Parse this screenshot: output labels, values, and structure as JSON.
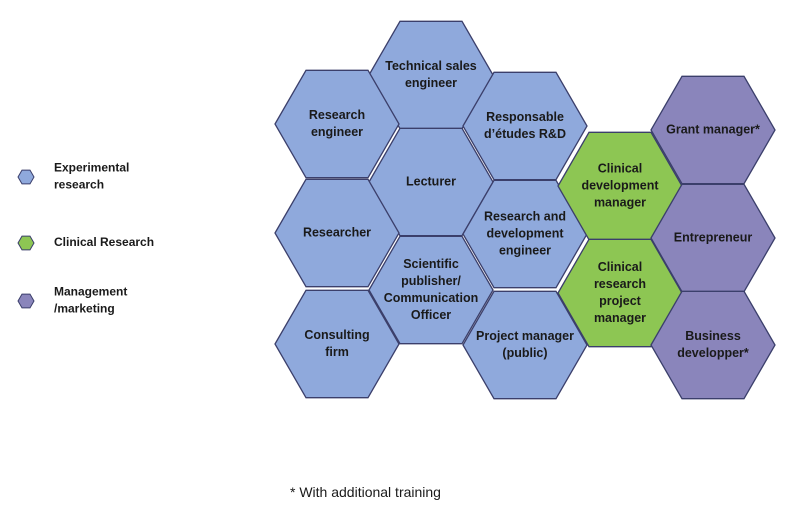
{
  "colors": {
    "experimental": "#8fa9dc",
    "clinical": "#8dc653",
    "management": "#8a85bb",
    "stroke": "#3b3f6b"
  },
  "legend": [
    {
      "lines": [
        "Experimental",
        "research"
      ],
      "category": "experimental"
    },
    {
      "lines": [
        "Clinical Research"
      ],
      "category": "clinical"
    },
    {
      "lines": [
        "Management",
        "/marketing"
      ],
      "category": "management"
    }
  ],
  "hexagons": [
    {
      "id": "technical-sales-engineer",
      "lines": [
        "Technical sales",
        "engineer"
      ],
      "category": "experimental"
    },
    {
      "id": "research-engineer",
      "lines": [
        "Research",
        "engineer"
      ],
      "category": "experimental"
    },
    {
      "id": "responsable-etudes",
      "lines": [
        "Responsable",
        "d’études R&D"
      ],
      "category": "experimental"
    },
    {
      "id": "lecturer",
      "lines": [
        "Lecturer"
      ],
      "category": "experimental"
    },
    {
      "id": "researcher",
      "lines": [
        "Researcher"
      ],
      "category": "experimental"
    },
    {
      "id": "research-development-engineer",
      "lines": [
        "Research and",
        "development",
        "engineer"
      ],
      "category": "experimental"
    },
    {
      "id": "scientific-publisher",
      "lines": [
        "Scientific",
        "publisher/",
        "Communication",
        "Officer"
      ],
      "category": "experimental"
    },
    {
      "id": "consulting-firm",
      "lines": [
        "Consulting",
        "firm"
      ],
      "category": "experimental"
    },
    {
      "id": "project-manager-public",
      "lines": [
        "Project manager",
        "(public)"
      ],
      "category": "experimental"
    },
    {
      "id": "clinical-development-manager",
      "lines": [
        "Clinical",
        "development",
        "manager"
      ],
      "category": "clinical"
    },
    {
      "id": "clinical-research-project-manager",
      "lines": [
        "Clinical",
        "research",
        "project",
        "manager"
      ],
      "category": "clinical"
    },
    {
      "id": "grant-manager",
      "lines": [
        "Grant manager*"
      ],
      "category": "management"
    },
    {
      "id": "entrepreneur",
      "lines": [
        "Entrepreneur"
      ],
      "category": "management"
    },
    {
      "id": "business-developper",
      "lines": [
        "Business",
        "developper*"
      ],
      "category": "management"
    }
  ],
  "footnote": "* With additional training"
}
